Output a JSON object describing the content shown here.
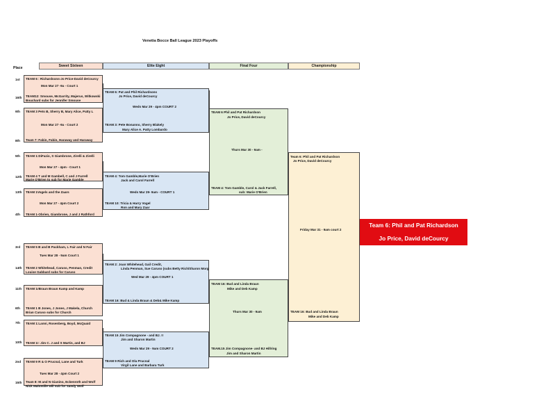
{
  "title": "Venetia Bocce Ball League 2023 Playoffs",
  "headers": {
    "place": "Place",
    "sweet": "Sweet Sixteen",
    "elite": "Elite Eight",
    "final": "Final Four",
    "champ": "Championship"
  },
  "places": [
    "1st",
    "16th",
    "9th",
    "8th",
    "5th",
    "12th",
    "13th",
    "4th",
    "3rd",
    "14th",
    "11th",
    "6th",
    "7th",
    "10th",
    "2nd",
    "15th"
  ],
  "sweet": [
    {
      "t1": "TEAM 6 : Richardsons-Jo Price-David deCourcy",
      "t2": "TEAM12: Smouse, McGarrity, Majerus, Witkowski",
      "t2b": "Bouchard subs for Jennifer Smouse",
      "m": "Mon Mar 27 -9a - Court 1"
    },
    {
      "t1": "TEAM 3 Pets B, Sherry B, Mary Alice, Patty L",
      "t2": "Team 7: Fabin, Fabin, Haraway and Haraway",
      "t2b": "",
      "m": "Mon Mar 27 -9a - Court 2"
    },
    {
      "t1": "TEAM 1:DiFazio, S Giambrone, Zirelli & Zirelli",
      "t2": "TEAM 4 T and M Gambell, C and J Farrell",
      "t2b": "Marie O'Brien to sub for Marie Gamble",
      "m": "Mon Mar 27 - 4pm - Court 1"
    },
    {
      "t1": "TEAM 1Vogels and the Zaars",
      "t2": "TEAM 1-Obrien, Giambrone, J and J Rathford",
      "t2b": "",
      "m": "Mon Mar 27 - 4pm Court 2"
    },
    {
      "t1": "TEAM 5 B and B Packham, L Fair and N Fair",
      "t2": "TEAM 2 Whitehead, Caruso, Penman, Credit",
      "t2b": "Louise Gabbard subs for Caruso",
      "m": "Tues Mar 28 - 9am Court 1"
    },
    {
      "t1": "TEAM 1rBraun Braun Kamp and Kamp",
      "t2": "TEAM 1  B Jones, J Jones, J Makela, Church",
      "t2b": "Brian Caruso subs for Church",
      "m": ""
    },
    {
      "t1": "TEAM 1:Lanni, Rosenberg, Boyd, McQuaid",
      "t2": "TEAM 1!: Jim C. J and S Martin, and BJ",
      "t2b": "",
      "m": ""
    },
    {
      "t1": "TEAM 9 R & O Prucnal, Lane and Turk",
      "t2": "Team 8: M and N Gianino, Eckenroth and Wolf",
      "t2b": "Nick Malomille will sub for Sandy Wolf",
      "m": "Tues Mar 28 - 4pm Court 2"
    }
  ],
  "elite": [
    {
      "a1": "TEAM 6:   Pat and Phil Richardsons",
      "a2": "Jo Price, David deCourcy",
      "m": "Weds Mar 29 - 4pm  COURT 2",
      "b1": "TEAM 3:    Pete Bonanno, Sherry Blakely",
      "b2": "Mary Alice A. Patty Lombardo"
    },
    {
      "a1": "TEAM 4: Tom Gamble,Marie O'Brien",
      "a2": "Jack and Carol Farrell",
      "m": "Weds Mar 29- 9am  - COURT 1",
      "b1": "TEAM 10: Tricia & Harry Vogel",
      "b2": "Ron and Mary Zaar"
    },
    {
      "a1": "TEAM 2: Joan Whitehead, Gail Credit,",
      "a2": "Linda Penman, Sue Caruso (subs Betty Rich/Sharon Morgan",
      "m": "Wed Mar 29 - 4pm  COURT 1",
      "b1": "TEAM 16: Bud & Linda Braun & Deb& Mike Kamp",
      "b2": ""
    },
    {
      "a1": "TEAM 15  Jim Compagnone - and BJ. !!",
      "a2": "Jim and Sharon Martin",
      "m": "Weds Mar 29 - 9am  COURT 2",
      "b1": "TEAM 9    Rich and Ola Prucnal",
      "b2": "Virgil Lane and Barbara Turk"
    }
  ],
  "final": [
    {
      "a1": "TEAM 6   Phil and Pat Richardson",
      "a2": "Jo Price, David deCourcy",
      "m": "Thurs Mar 30 - 9am -",
      "b1": "TEAM 4: Tom Gamble, Carol & Jack Farrell,",
      "b2": "sub: Marie O'Brien"
    },
    {
      "a1": "TEAM 16: Bud and Linda Braun",
      "a2": "Mike and Deb Kamp",
      "m": "Thurs Mar 30 - 9am",
      "b1": "TEAM.15  Jim Compagnone- and BJ Hillring",
      "b2": "Jim and Sharon Martin"
    }
  ],
  "champ": {
    "a1": "Team 6: Phil and Pat Richardson",
    "a2": "Jo Price, David deCourcy",
    "m": "Friday Mar 31 - 9am court 2",
    "b1": "TEAM 16: Bud and Linda Braun",
    "b2": "Mike and Deb Kamp"
  },
  "winner": {
    "line1": "Team 6: Phil and Pat Richardson",
    "line2": "Jo Price, David deCourcy"
  }
}
